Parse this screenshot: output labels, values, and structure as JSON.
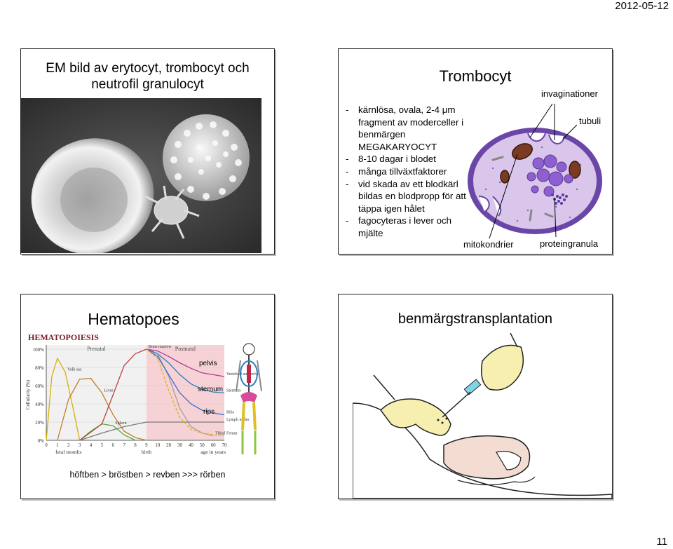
{
  "header": {
    "date": "2012-05-12"
  },
  "footer": {
    "page_number": "11"
  },
  "slide1": {
    "title_line1": "EM bild av erytocyt, trombocyt och",
    "title_line2": "neutrofil granulocyt"
  },
  "slide2": {
    "title": "Trombocyt",
    "bullets": [
      "kärnlösa, ovala, 2-4 μm fragment av moderceller i benmärgen MEGAKARYOCYT",
      "8-10 dagar i blodet",
      "många tillväxtfaktorer",
      "vid skada av ett blodkärl bildas en blodpropp för att täppa igen hålet",
      "fagocyteras i lever och mjälte"
    ],
    "labels": {
      "invaginations": "invaginationer",
      "tubuli": "tubuli",
      "mitochondria": "mitokondrier",
      "protein": "proteingranula"
    }
  },
  "slide3": {
    "title": "Hematopoes",
    "figure_title": "HEMATOPOIESIS",
    "caption": "höftben > bröstben > revben >>> rörben",
    "annotations": {
      "pelvis": "pelvis",
      "sternum": "sternum",
      "rips": "rips"
    },
    "chart_data": {
      "type": "line",
      "title": "HEMATOPOIESIS",
      "ylabel": "Cellularity (%)",
      "xlabel_left": "fetal months",
      "xlabel_mid": "birth",
      "xlabel_right": "age in years",
      "regions": [
        "Prenatal",
        "Postnatal"
      ],
      "y_ticks": [
        "100%",
        "80%",
        "60%",
        "40%",
        "20%",
        "0%"
      ],
      "x_ticks": [
        "0",
        "1",
        "2",
        "3",
        "4",
        "5",
        "6",
        "7",
        "8",
        "9",
        "10",
        "20",
        "30",
        "40",
        "50",
        "60",
        "70"
      ],
      "ylim": [
        0,
        100
      ],
      "series": [
        {
          "name": "Yolk sac",
          "points": [
            [
              0,
              0
            ],
            [
              0.5,
              70
            ],
            [
              1,
              90
            ],
            [
              1.7,
              75
            ],
            [
              2.5,
              30
            ],
            [
              3,
              0
            ]
          ]
        },
        {
          "name": "Liver",
          "points": [
            [
              1,
              0
            ],
            [
              2,
              45
            ],
            [
              3,
              67
            ],
            [
              4,
              68
            ],
            [
              5,
              52
            ],
            [
              6,
              28
            ],
            [
              7,
              10
            ],
            [
              8,
              3
            ],
            [
              9,
              0
            ]
          ]
        },
        {
          "name": "Spleen",
          "points": [
            [
              3,
              0
            ],
            [
              4,
              10
            ],
            [
              5,
              18
            ],
            [
              6,
              16
            ],
            [
              7,
              6
            ],
            [
              8,
              0
            ]
          ]
        },
        {
          "name": "Bone marrow",
          "points": [
            [
              3,
              0
            ],
            [
              5,
              18
            ],
            [
              6,
              50
            ],
            [
              7,
              82
            ],
            [
              8,
              95
            ],
            [
              9,
              100
            ]
          ]
        },
        {
          "name": "Tibial",
          "points": [
            [
              9,
              100
            ],
            [
              10,
              95
            ],
            [
              11,
              70
            ],
            [
              12,
              35
            ],
            [
              13,
              15
            ],
            [
              14,
              8
            ],
            [
              15,
              5
            ]
          ]
        },
        {
          "name": "Vertebral and pelvis",
          "points": [
            [
              9,
              100
            ],
            [
              10,
              98
            ],
            [
              11,
              92
            ],
            [
              12,
              85
            ],
            [
              13,
              79
            ],
            [
              14,
              74
            ],
            [
              15,
              72
            ],
            [
              16,
              70
            ]
          ]
        },
        {
          "name": "Sternum",
          "points": [
            [
              9,
              100
            ],
            [
              10,
              95
            ],
            [
              11,
              85
            ],
            [
              12,
              72
            ],
            [
              13,
              62
            ],
            [
              14,
              56
            ],
            [
              15,
              53
            ],
            [
              16,
              52
            ]
          ]
        },
        {
          "name": "Ribs",
          "points": [
            [
              9,
              100
            ],
            [
              10,
              92
            ],
            [
              11,
              72
            ],
            [
              12,
              52
            ],
            [
              13,
              40
            ],
            [
              14,
              33
            ],
            [
              15,
              30
            ],
            [
              16,
              28
            ]
          ]
        },
        {
          "name": "Lymph nodes",
          "points": [
            [
              3,
              0
            ],
            [
              5,
              8
            ],
            [
              7,
              15
            ],
            [
              9,
              20
            ],
            [
              11,
              20
            ],
            [
              13,
              20
            ],
            [
              16,
              20
            ]
          ]
        },
        {
          "name": "Femur",
          "points": [
            [
              9,
              100
            ],
            [
              10,
              90
            ],
            [
              11,
              55
            ],
            [
              12,
              25
            ],
            [
              13,
              12
            ],
            [
              14,
              8
            ],
            [
              15,
              6
            ],
            [
              16,
              5
            ]
          ]
        }
      ]
    }
  },
  "slide4": {
    "title": "benmärgstransplantation"
  }
}
